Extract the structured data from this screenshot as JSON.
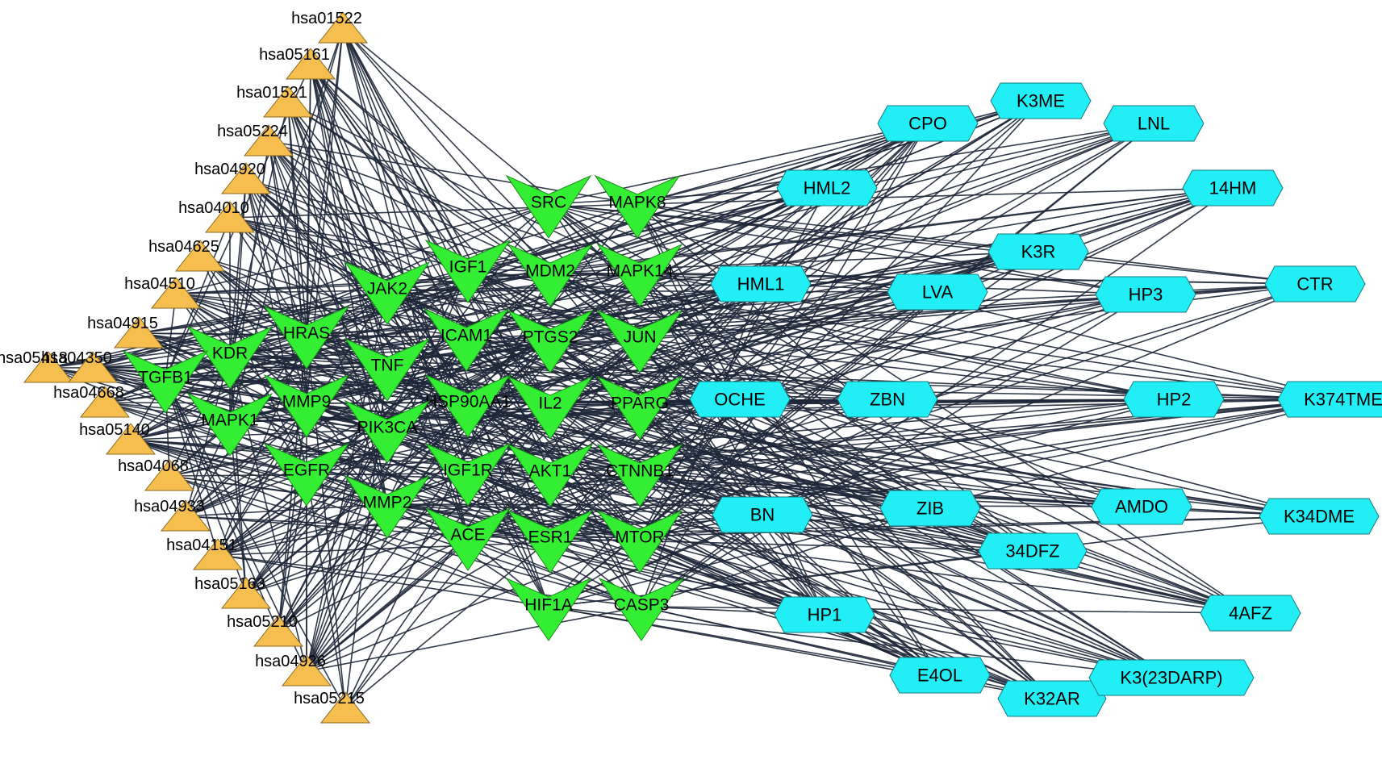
{
  "pathways": [
    "hsa01522",
    "hsa05161",
    "hsa01521",
    "hsa05224",
    "hsa04920",
    "hsa04010",
    "hsa04625",
    "hsa04510",
    "hsa04915",
    "hsa05418",
    "hsa04350",
    "hsa04668",
    "hsa05140",
    "hsa04068",
    "hsa04933",
    "hsa04151",
    "hsa05163",
    "hsa05210",
    "hsa04926",
    "hsa05215"
  ],
  "targets": [
    "SRC",
    "MAPK8",
    "IGF1",
    "MDM2",
    "MAPK14",
    "JAK2",
    "HRAS",
    "ICAM1",
    "PTGS2",
    "JUN",
    "KDR",
    "TNF",
    "TGFB1",
    "MMP9",
    "HSP90AA1",
    "IL2",
    "PPARG",
    "MAPK1",
    "PIK3CA",
    "EGFR",
    "IGF1R",
    "AKT1",
    "CTNNB1",
    "MMP2",
    "ACE",
    "ESR1",
    "MTOR",
    "HIF1A",
    "CASP3"
  ],
  "compounds": [
    "K3ME",
    "CPO",
    "LNL",
    "HML2",
    "14HM",
    "K3R",
    "HML1",
    "LVA",
    "HP3",
    "CTR",
    "OCHE",
    "ZBN",
    "HP2",
    "K374TME",
    "BN",
    "ZIB",
    "AMDO",
    "K34DME",
    "34DFZ",
    "HP1",
    "4AFZ",
    "E4OL",
    "K32AR",
    "K3(23DARP)"
  ],
  "colors": {
    "pathway": "#F5BE4E",
    "target": "#33EE33",
    "compound": "#22EEF6",
    "edge": "#1E2738"
  }
}
